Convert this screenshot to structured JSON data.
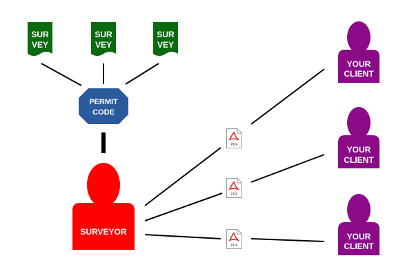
{
  "surveys": [
    {
      "line1": "SUR",
      "line2": "VEY"
    },
    {
      "line1": "SUR",
      "line2": "VEY"
    },
    {
      "line1": "SUR",
      "line2": "VEY"
    }
  ],
  "permit": {
    "line1": "PERMIT",
    "line2": "CODE"
  },
  "surveyor": {
    "label": "SURVEYOR"
  },
  "documents": [
    {
      "label": "PDF"
    },
    {
      "label": "PDF"
    },
    {
      "label": "PDF"
    }
  ],
  "clients": [
    {
      "line1": "YOUR",
      "line2": "CLIENT"
    },
    {
      "line1": "YOUR",
      "line2": "CLIENT"
    },
    {
      "line1": "YOUR",
      "line2": "CLIENT"
    }
  ],
  "colors": {
    "survey": "#0b6a10",
    "permit": "#2a5a9c",
    "surveyor": "#ff0000",
    "client": "#8a0a88",
    "pdf_accent": "#e0191d",
    "line": "#000000"
  },
  "icons": {
    "survey": "document-icon",
    "permit": "octagon-badge",
    "person": "person-icon",
    "file": "pdf-file-icon"
  }
}
